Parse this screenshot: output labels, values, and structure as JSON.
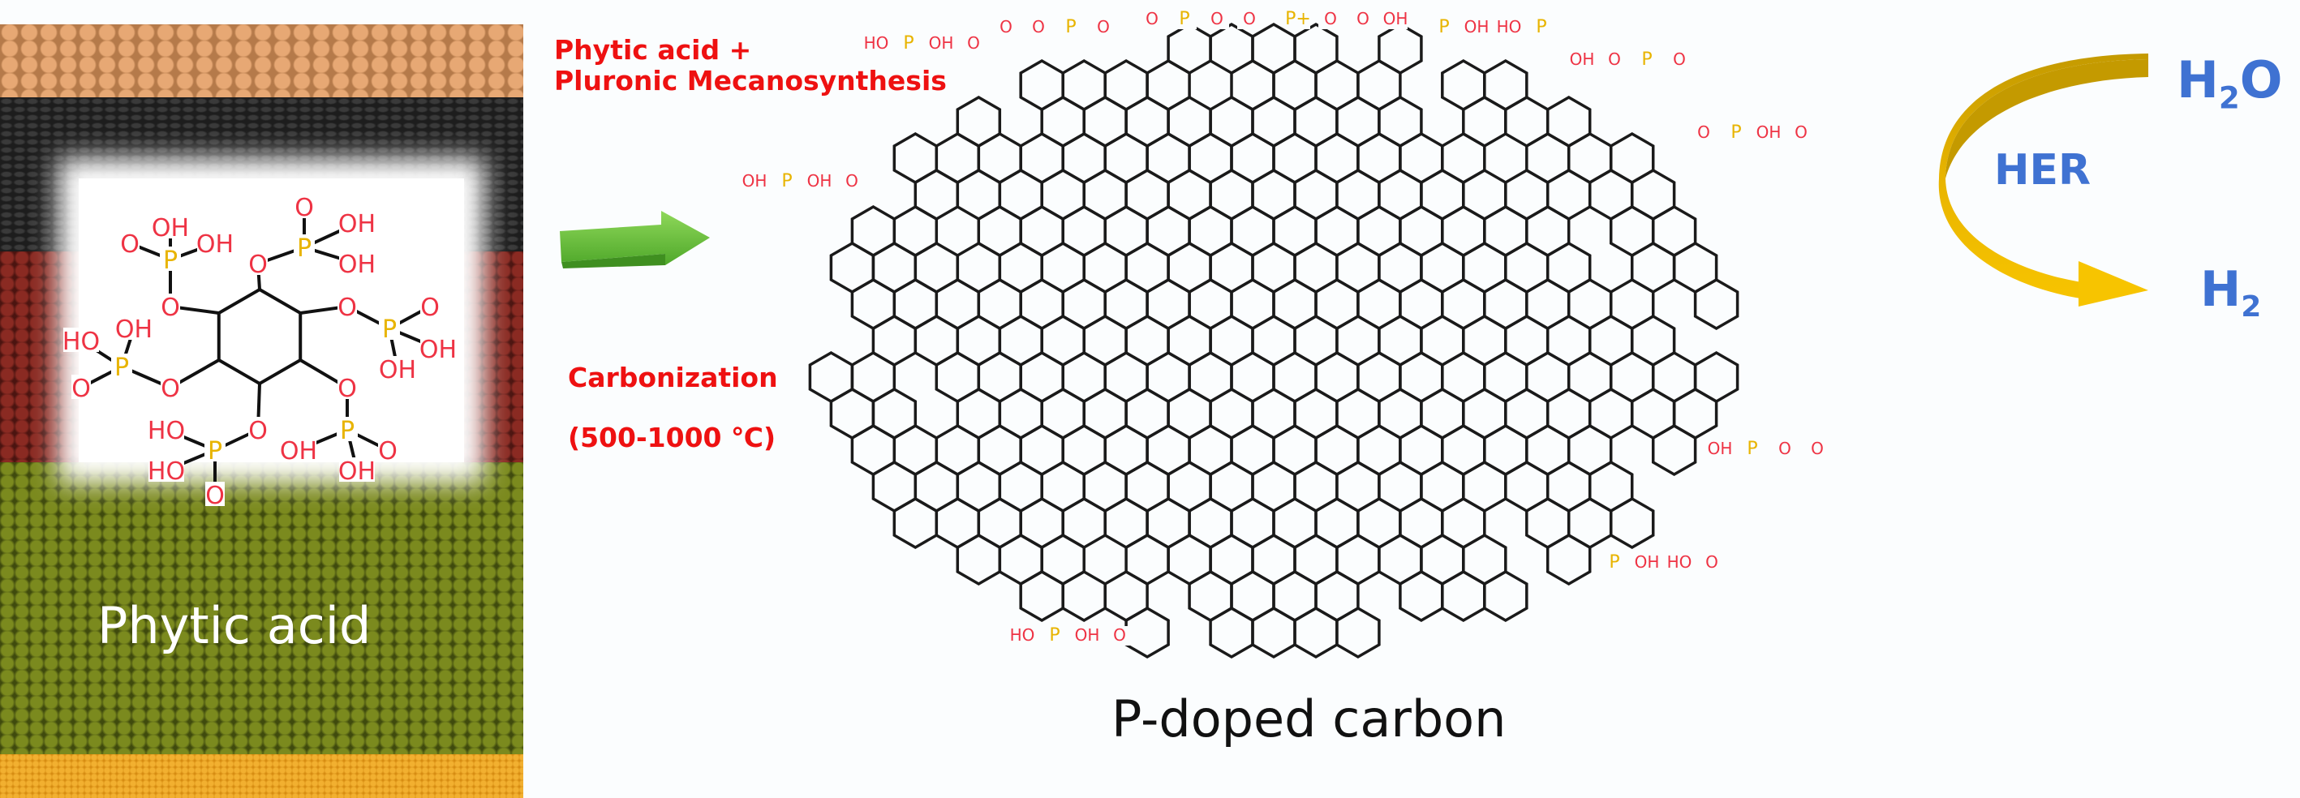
{
  "left_panel": {
    "label": "Phytic acid",
    "molecule": {
      "phosphate_groups": [
        {
          "p": "P",
          "o1": "O",
          "o2": "OH",
          "o3": "OH",
          "link": "O"
        },
        {
          "p": "P",
          "o1": "O",
          "o2": "OH",
          "o3": "OH",
          "link": "O"
        },
        {
          "p": "P",
          "o1": "O",
          "o2": "OH",
          "o3": "OH",
          "link": "O"
        },
        {
          "p": "P",
          "o1": "O",
          "o2": "OH",
          "o3": "OH",
          "link": "O"
        },
        {
          "p": "P",
          "o1": "O",
          "o2": "HO",
          "o3": "HO",
          "link": "O"
        },
        {
          "p": "P",
          "o1": "O",
          "o2": "HO",
          "o3": "OH",
          "link": "O"
        }
      ]
    }
  },
  "process": {
    "step1_line1": "Phytic acid +",
    "step1_line2": "Pluronic Mecanosynthesis",
    "step2_line1": "Carbonization",
    "step2_line2": "(500-1000 ℃)"
  },
  "product": {
    "label": "P-doped carbon",
    "atom_labels": [
      "HO",
      "P",
      "OH",
      "O",
      "O",
      "O",
      "P",
      "O",
      "O",
      "P",
      "O",
      "O",
      "P+",
      "O",
      "O",
      "OH",
      "P",
      "OH",
      "HO",
      "P",
      "OH",
      "O",
      "P",
      "O",
      "O",
      "P",
      "OH",
      "O",
      "OH",
      "P",
      "O",
      "O",
      "P",
      "OH",
      "HO",
      "O",
      "HO",
      "P",
      "OH",
      "O",
      "OH",
      "P",
      "OH",
      "O"
    ]
  },
  "reaction": {
    "reactant_main": "H",
    "reactant_sub": "2",
    "reactant_tail": "O",
    "process_label": "HER",
    "product_main": "H",
    "product_sub": "2"
  },
  "colors": {
    "red_text": "#ee1111",
    "blue_text": "#3f72d2",
    "arrow_green": "#6cc23a",
    "arrow_gold": "#f5bf00",
    "phosphorus": "#e8b400",
    "oxygen": "#ee3344"
  }
}
